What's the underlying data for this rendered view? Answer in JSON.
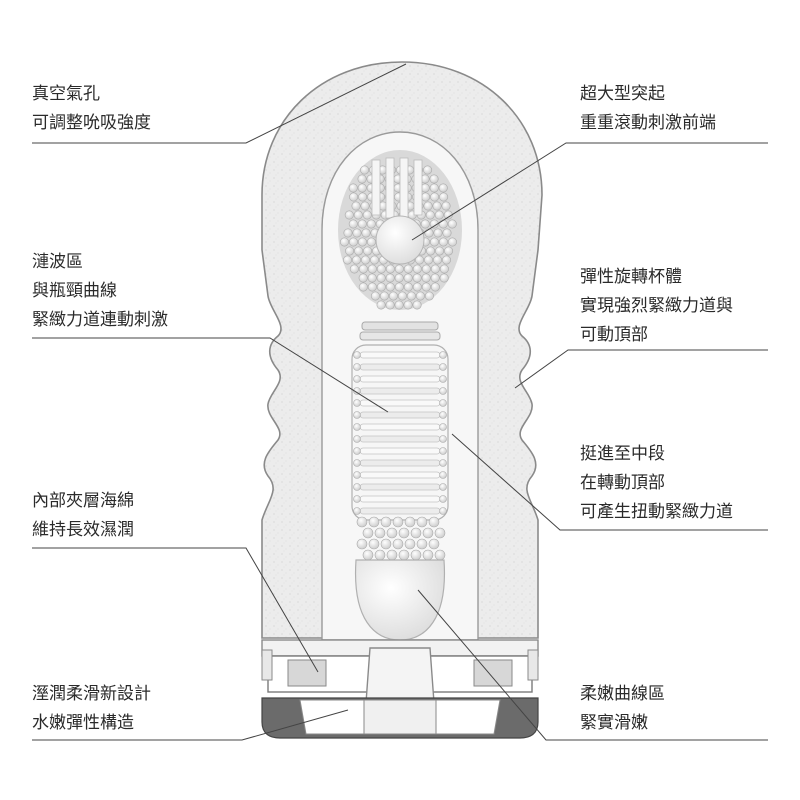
{
  "callouts": {
    "vacuum_hole": {
      "line1": "真空氣孔",
      "line2": "可調整吮吸強度"
    },
    "wave_zone": {
      "line1": "漣波區",
      "line2": "與瓶頸曲線",
      "line3": "緊緻力道連動刺激"
    },
    "sponge": {
      "line1": "內部夾層海綿",
      "line2": "維持長效濕潤"
    },
    "soft_material": {
      "line1": "溼潤柔滑新設計",
      "line2": "水嫩彈性構造"
    },
    "top_bump": {
      "line1": "超大型突起",
      "line2": "重重滾動刺激前端"
    },
    "rotating_body": {
      "line1": "彈性旋轉杯體",
      "line2": "實現強烈緊緻力道與",
      "line3": "可動頂部"
    },
    "middle_section": {
      "line1": "挺進至中段",
      "line2": "在轉動頂部",
      "line3": "可產生扭動緊緻力道"
    },
    "curve_zone": {
      "line1": "柔嫩曲線區",
      "line2": "緊實滑嫩"
    }
  },
  "colors": {
    "outline": "#8a8a8a",
    "shell_fill": "#ededed",
    "sleeve_fill": "#fafafa",
    "leader_line": "#444444",
    "base_dark": "#555555"
  }
}
